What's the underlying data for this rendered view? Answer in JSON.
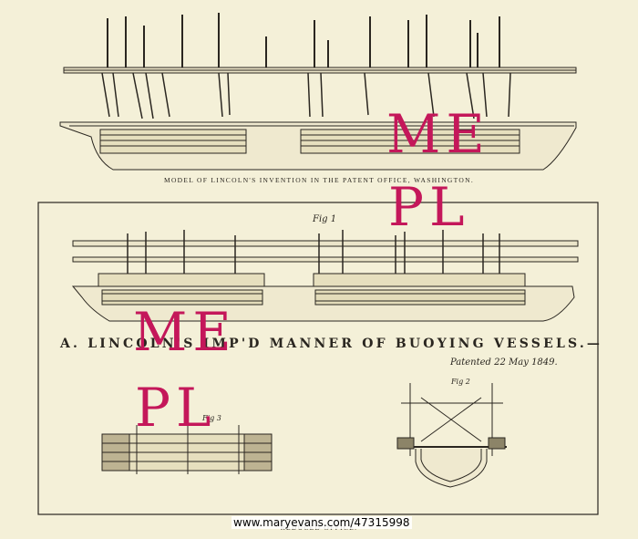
{
  "top_caption": "MODEL OF LINCOLN'S INVENTION IN THE PATENT OFFICE, WASHINGTON.",
  "plate_title": "A. LINCOLN'S IMP'D MANNER OF BUOYING VESSELS.—",
  "patent_note": "Patented 22 May 1849.",
  "fig1_label": "Fig 1",
  "fig2_label": "Fig 2",
  "fig3_label": "Fig 3",
  "bottom_caption": "REDUCED                                                                    OFFICE.",
  "watermark": {
    "top": "ME",
    "bottom": "PL",
    "color": "#c4175a"
  },
  "credit": "www.maryevans.com/47315998"
}
